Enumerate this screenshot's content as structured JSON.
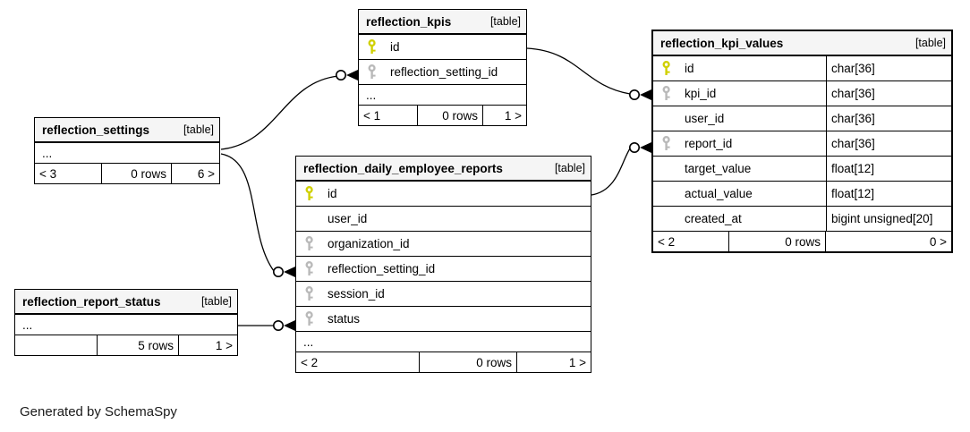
{
  "app": {
    "generator_note": "Generated by SchemaSpy"
  },
  "colors": {
    "primary_key": "#d0d000",
    "foreign_key": "#b9b9b9",
    "table_header_bg": "#f5f5f5",
    "border": "#000000"
  },
  "tables": [
    {
      "id": "reflection_kpis",
      "name": "reflection_kpis",
      "tag": "[table]",
      "columns": [
        {
          "name": "id",
          "key": "primary"
        },
        {
          "name": "reflection_setting_id",
          "key": "foreign"
        },
        {
          "name": "...",
          "ellipsis": true
        }
      ],
      "footer": {
        "left": "< 1",
        "center": "0 rows",
        "right": "1 >"
      }
    },
    {
      "id": "reflection_kpi_values",
      "name": "reflection_kpi_values",
      "tag": "[table]",
      "columns": [
        {
          "name": "id",
          "key": "primary",
          "type": "char[36]"
        },
        {
          "name": "kpi_id",
          "key": "foreign",
          "type": "char[36]"
        },
        {
          "name": "user_id",
          "type": "char[36]"
        },
        {
          "name": "report_id",
          "key": "foreign",
          "type": "char[36]"
        },
        {
          "name": "target_value",
          "type": "float[12]"
        },
        {
          "name": "actual_value",
          "type": "float[12]"
        },
        {
          "name": "created_at",
          "type": "bigint unsigned[20]"
        }
      ],
      "footer": {
        "left": "< 2",
        "center": "0 rows",
        "right": "0 >"
      }
    },
    {
      "id": "reflection_settings",
      "name": "reflection_settings",
      "tag": "[table]",
      "columns": [
        {
          "name": "...",
          "ellipsis": true
        }
      ],
      "footer": {
        "left": "< 3",
        "center": "0 rows",
        "right": "6 >"
      }
    },
    {
      "id": "reflection_daily_employee_reports",
      "name": "reflection_daily_employee_reports",
      "tag": "[table]",
      "columns": [
        {
          "name": "id",
          "key": "primary"
        },
        {
          "name": "user_id"
        },
        {
          "name": "organization_id",
          "key": "foreign"
        },
        {
          "name": "reflection_setting_id",
          "key": "foreign"
        },
        {
          "name": "session_id",
          "key": "foreign"
        },
        {
          "name": "status",
          "key": "foreign"
        },
        {
          "name": "...",
          "ellipsis": true
        }
      ],
      "footer": {
        "left": "< 2",
        "center": "0 rows",
        "right": "1 >"
      }
    },
    {
      "id": "reflection_report_status",
      "name": "reflection_report_status",
      "tag": "[table]",
      "columns": [
        {
          "name": "...",
          "ellipsis": true
        }
      ],
      "footer": {
        "left": "",
        "center": "5 rows",
        "right": "1 >"
      }
    }
  ],
  "relationships": [
    {
      "from": "reflection_settings",
      "to": "reflection_kpis.reflection_setting_id"
    },
    {
      "from": "reflection_settings",
      "to": "reflection_daily_employee_reports.reflection_setting_id"
    },
    {
      "from": "reflection_kpis.id",
      "to": "reflection_kpi_values.kpi_id"
    },
    {
      "from": "reflection_daily_employee_reports.id",
      "to": "reflection_kpi_values.report_id"
    },
    {
      "from": "reflection_report_status",
      "to": "reflection_daily_employee_reports.status"
    }
  ]
}
